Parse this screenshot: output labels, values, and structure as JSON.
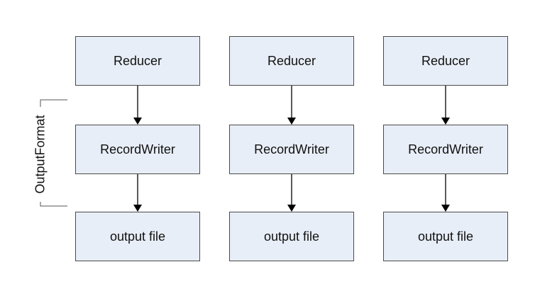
{
  "diagram": {
    "side_label": "OutputFormat",
    "columns": [
      {
        "reducer": "Reducer",
        "writer": "RecordWriter",
        "output": "output file"
      },
      {
        "reducer": "Reducer",
        "writer": "RecordWriter",
        "output": "output file"
      },
      {
        "reducer": "Reducer",
        "writer": "RecordWriter",
        "output": "output file"
      }
    ],
    "colors": {
      "box_fill": "#e8eef7",
      "box_border": "#4a4a4a",
      "arrow": "#000000",
      "bracket": "#555555"
    }
  }
}
